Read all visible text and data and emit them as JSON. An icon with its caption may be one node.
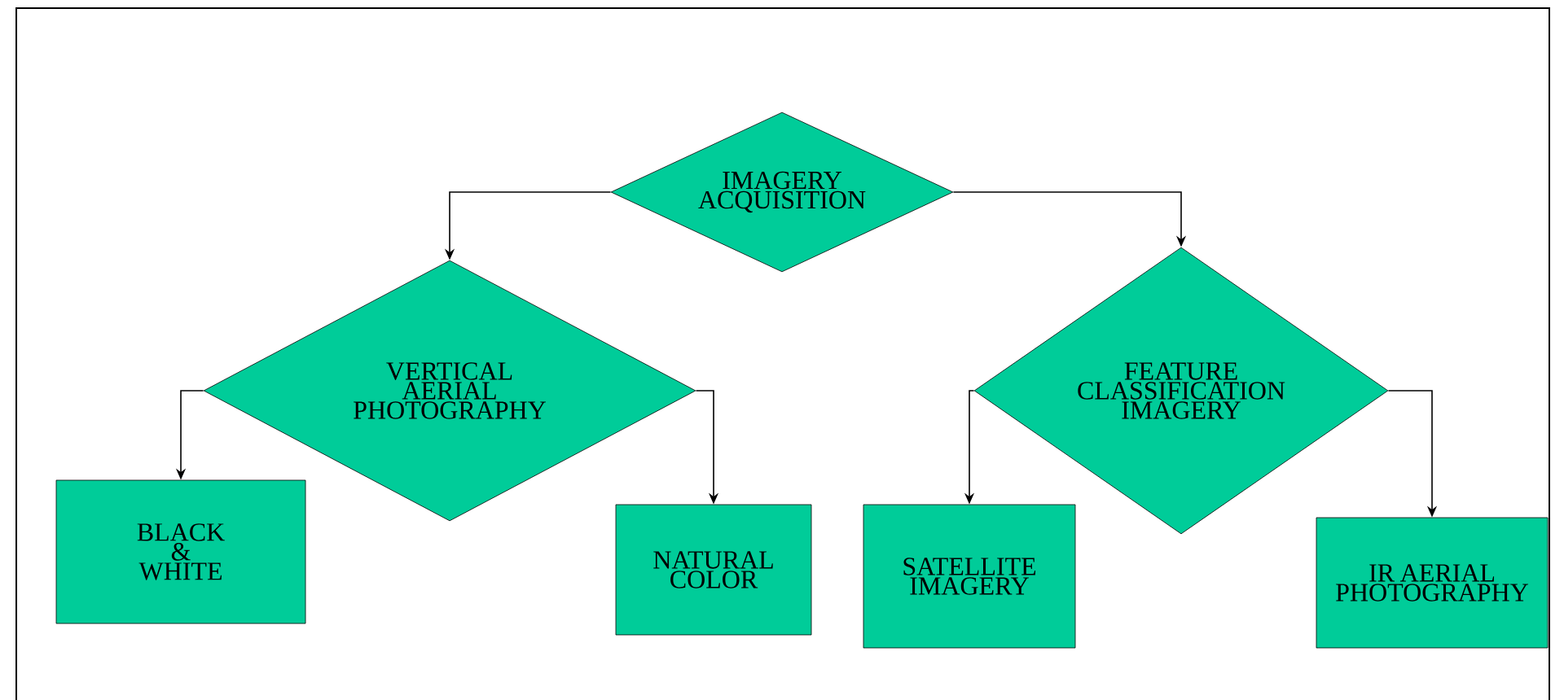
{
  "diagram": {
    "nodes": [
      {
        "text": [
          "IMAGERY ACQUISITION"
        ]
      },
      {
        "text": [
          "VERTICAL AERIAL PHOTOGRAPHY"
        ]
      },
      {
        "text": [
          "FEATURE CLASSIFICATION IMAGERY"
        ]
      },
      {
        "text": [
          "BLACK & WHITE"
        ]
      },
      {
        "text": [
          "NATURAL COLOR"
        ]
      },
      {
        "text": [
          "SATELLITE IMAGERY"
        ]
      },
      {
        "text": [
          "IR AERIAL PHOTOGRAPHY"
        ]
      }
    ],
    "edges": [
      {
        "from": 0,
        "to": 1,
        "arrow": "to"
      },
      {
        "from": 0,
        "to": 2,
        "arrow": "to"
      },
      {
        "from": 1,
        "to": 3,
        "arrow": "to"
      },
      {
        "from": 1,
        "to": 4,
        "arrow": "to"
      },
      {
        "from": 2,
        "to": 5,
        "arrow": "to"
      },
      {
        "from": 2,
        "to": 6,
        "arrow": "to"
      }
    ]
  }
}
